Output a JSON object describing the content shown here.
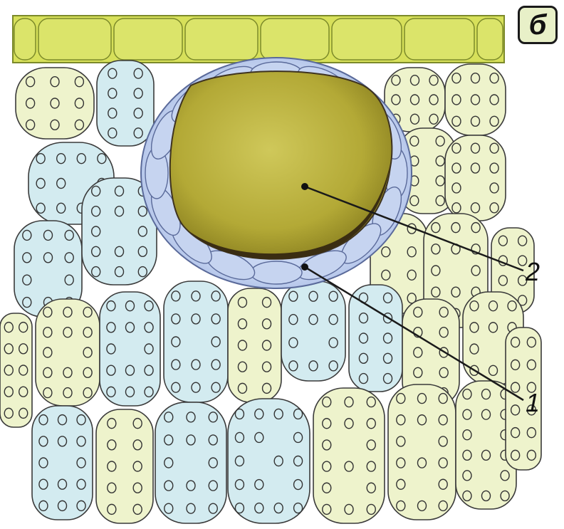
{
  "panel": {
    "letter": "б"
  },
  "callouts": [
    {
      "number": "1"
    },
    {
      "number": "2"
    }
  ],
  "colors": {
    "epidermis": "#d7e05a",
    "epidermis_outline": "#7c8a2a",
    "parenchyma_blue": "#d3ebf0",
    "parenchyma_yellow": "#eef3cc",
    "cell_outline": "#3a3a3a",
    "sheath_cells": "#b9c9ea",
    "oil_droplet": "#b5ad35",
    "oil_droplet_dark": "#4a3a1a",
    "leader_line": "#1a1a1a"
  },
  "icons": [
    "epidermis-layer",
    "parenchyma-cells",
    "secretory-sheath",
    "oil-droplet"
  ]
}
